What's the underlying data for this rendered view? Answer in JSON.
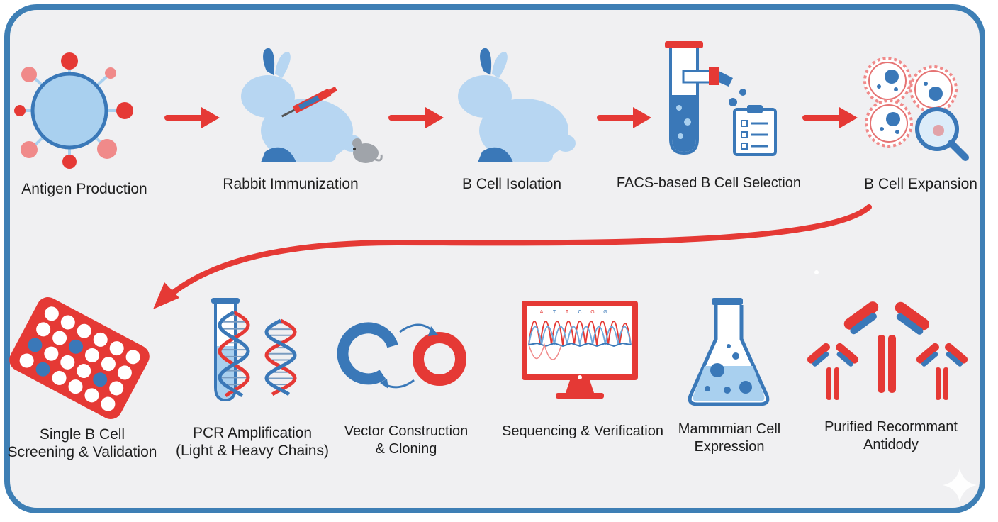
{
  "colors": {
    "frame": "#3e7fb5",
    "background": "#f0f0f2",
    "accent_red": "#e53935",
    "accent_blue": "#3a78b8",
    "light_blue": "#a9d0ef",
    "text": "#1e1e1e"
  },
  "steps": [
    {
      "label": "Antigen Production",
      "icon": "antigen-icon"
    },
    {
      "label": "Rabbit Immunization",
      "icon": "rabbit-syringe-icon"
    },
    {
      "label": "B Cell Isolation",
      "icon": "rabbit-icon"
    },
    {
      "label": "FACS-based B Cell Selection",
      "icon": "test-tube-clipboard-icon"
    },
    {
      "label": "B Cell Expansion",
      "icon": "cells-magnifier-icon"
    },
    {
      "label": "Single B Cell\nScreening & Validation",
      "icon": "well-plate-icon"
    },
    {
      "label": "PCR Amplification\n(Light & Heavy Chains)",
      "icon": "dna-tube-icon"
    },
    {
      "label": "Vector Construction\n& Cloning",
      "icon": "plasmid-rings-icon"
    },
    {
      "label": "Sequencing & Verification",
      "icon": "sequencing-monitor-icon"
    },
    {
      "label": "Mammmian Cell\nExpression",
      "icon": "flask-icon"
    },
    {
      "label": "Purified Recormmant\nAntidody",
      "icon": "antibody-icon"
    }
  ],
  "monitor_bases": [
    "A",
    "T",
    "T",
    "C",
    "G",
    "G"
  ]
}
